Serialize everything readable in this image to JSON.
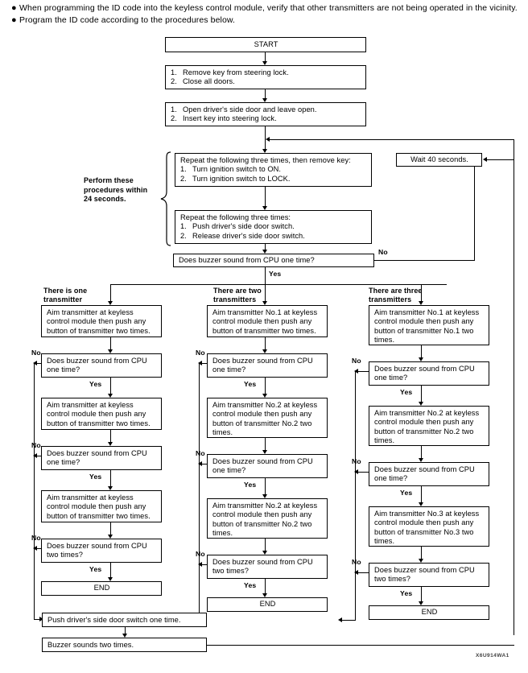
{
  "intro": {
    "bullet_marker": "●",
    "bullets": [
      "When programming the ID code into the keyless control module, verify that other transmitters are not being operated in the vicinity.",
      "Program the ID code according to the procedures below."
    ]
  },
  "figure_code": "X6U914WA1",
  "labels": {
    "yes": "Yes",
    "no": "No",
    "side_note": "Perform these procedures within 24 seconds."
  },
  "main_flow": {
    "start": "START",
    "step1": {
      "l1_num": "1.",
      "l1": "Remove key from steering lock.",
      "l2_num": "2.",
      "l2": "Close all doors."
    },
    "step2": {
      "l1_num": "1.",
      "l1": "Open driver's side door and leave open.",
      "l2_num": "2.",
      "l2": "Insert key into steering lock."
    },
    "step3": {
      "head": "Repeat the following three times, then remove key:",
      "l1_num": "1.",
      "l1": "Turn ignition switch to ON.",
      "l2_num": "2.",
      "l2": "Turn ignition switch to LOCK."
    },
    "step4": {
      "head": "Repeat the following three times:",
      "l1_num": "1.",
      "l1": "Push driver's side door switch.",
      "l2_num": "2.",
      "l2": "Release driver's side door switch."
    },
    "decision": "Does buzzer sound from CPU one time?",
    "wait": "Wait 40 seconds."
  },
  "columns": [
    {
      "heading_l1": "There is one",
      "heading_l2": "transmitter",
      "steps": [
        "Aim transmitter at keyless control module then push any button of transmitter two times.",
        "Aim transmitter at keyless control module then push any button of transmitter two times.",
        "Aim transmitter at keyless control module then push any button of transmitter two times."
      ],
      "checks": [
        "Does buzzer sound from CPU one time?",
        "Does buzzer sound from CPU one time?",
        "Does buzzer sound from CPU two times?"
      ],
      "end": "END"
    },
    {
      "heading_l1": "There are two",
      "heading_l2": "transmitters",
      "steps": [
        "Aim transmitter No.1 at keyless control module then push any button of transmitter two times.",
        "Aim transmitter No.2 at keyless control module then push any button of transmitter No.2 two times.",
        "Aim transmitter No.2 at keyless control module then push any button of transmitter No.2 two times."
      ],
      "checks": [
        "Does buzzer sound from CPU one time?",
        "Does buzzer sound from CPU one time?",
        "Does buzzer sound from CPU two times?"
      ],
      "end": "END"
    },
    {
      "heading_l1": "There are three",
      "heading_l2": "transmitters",
      "steps": [
        "Aim transmitter No.1 at keyless control module then push any button of transmitter No.1 two times.",
        "Aim transmitter No.2 at keyless control module then push any button of transmitter No.2 two times.",
        "Aim transmitter No.3 at keyless control module then push any button of transmitter No.3 two times."
      ],
      "checks": [
        "Does buzzer sound from CPU one time?",
        "Does buzzer sound from CPU one time?",
        "Does buzzer sound from CPU two times?"
      ],
      "end": "END"
    }
  ],
  "footer_flow": {
    "push_switch": "Push driver's side door switch one time.",
    "buzzer": "Buzzer sounds two times."
  }
}
